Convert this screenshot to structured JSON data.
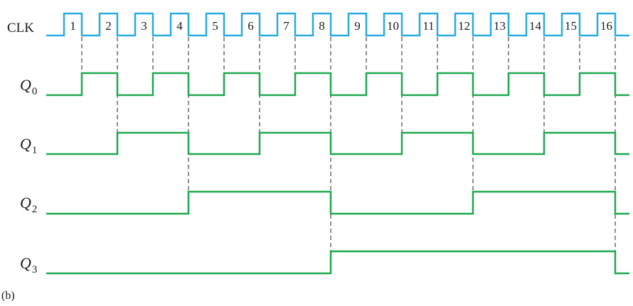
{
  "diagram": {
    "caption": "(b)",
    "clock": {
      "label": "CLK",
      "color": "#29abe2",
      "pulse_numbers": [
        "1",
        "2",
        "3",
        "4",
        "5",
        "6",
        "7",
        "8",
        "9",
        "10",
        "11",
        "12",
        "13",
        "14",
        "15",
        "16"
      ]
    },
    "waveform_color": "#1fa84f",
    "signals": [
      {
        "label": "Q",
        "subscript": "0",
        "initial": 0,
        "transitions_after_pulse": [
          1,
          2,
          3,
          4,
          5,
          6,
          7,
          8,
          9,
          10,
          11,
          12,
          13,
          14,
          15,
          16
        ]
      },
      {
        "label": "Q",
        "subscript": "1",
        "initial": 0,
        "transitions_after_pulse": [
          2,
          4,
          6,
          8,
          10,
          12,
          14,
          16
        ]
      },
      {
        "label": "Q",
        "subscript": "2",
        "initial": 0,
        "transitions_after_pulse": [
          4,
          8,
          12,
          16
        ]
      },
      {
        "label": "Q",
        "subscript": "3",
        "initial": 0,
        "transitions_after_pulse": [
          8,
          16
        ]
      }
    ]
  }
}
